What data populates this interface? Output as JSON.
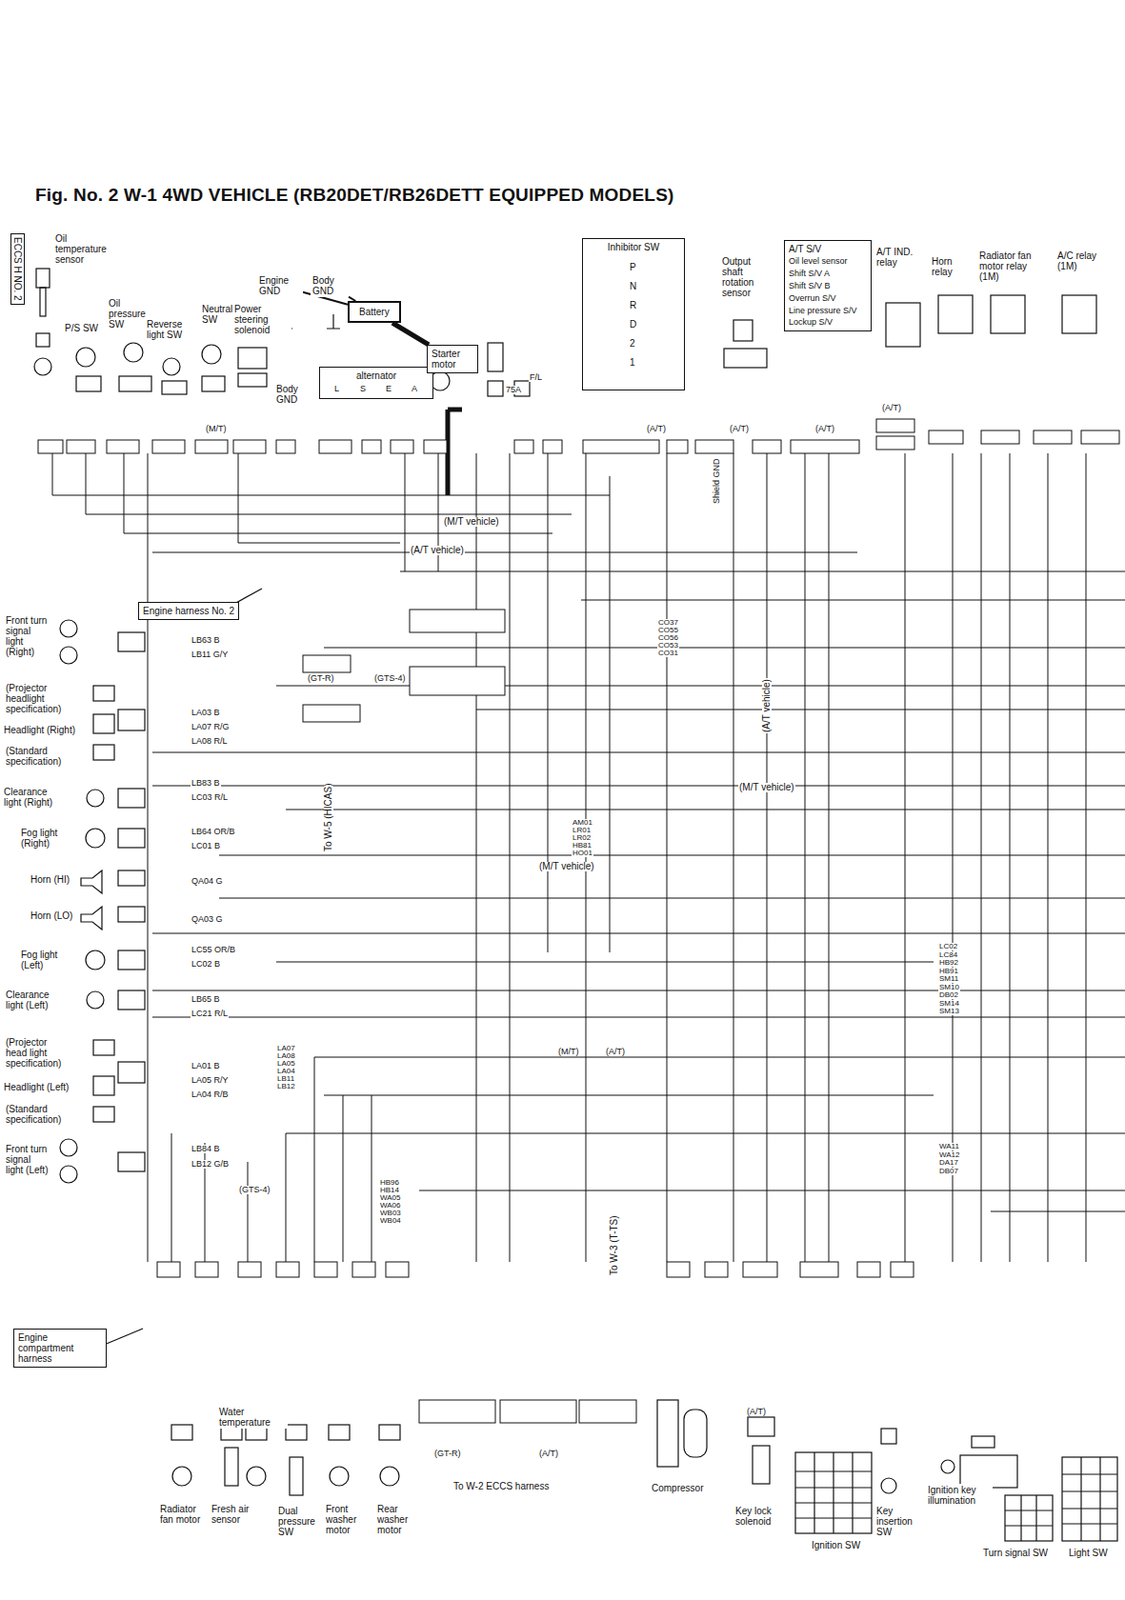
{
  "diagram": {
    "title": "Fig. No. 2 W-1 4WD VEHICLE (RB20DET/RB26DETT EQUIPPED MODELS)",
    "nodes": [
      {
        "text": [
          "Oil temperature sensor"
        ]
      },
      {
        "text": [
          "ECCS H NO. 2"
        ]
      },
      {
        "text": [
          "P/S SW"
        ]
      },
      {
        "text": [
          "Oil pressure SW"
        ]
      },
      {
        "text": [
          "Reverse light SW"
        ]
      },
      {
        "text": [
          "Neutral SW"
        ]
      },
      {
        "text": [
          "Power steering solenoid"
        ]
      },
      {
        "text": [
          "Engine GND"
        ]
      },
      {
        "text": [
          "Body GND"
        ]
      },
      {
        "text": [
          "Battery"
        ]
      },
      {
        "text": [
          "alternator"
        ]
      },
      {
        "text": [
          "Body GND"
        ]
      },
      {
        "text": [
          "Starter motor"
        ]
      },
      {
        "text": [
          "Inhibitor SW"
        ]
      },
      {
        "text": [
          "Output shaft rotation sensor"
        ]
      },
      {
        "text": [
          "A/T S/V",
          "Oil level sensor",
          "Shift S/V A",
          "Shift S/V B",
          "Overrun S/V",
          "Line pressure S/V",
          "Lockup S/V"
        ]
      },
      {
        "text": [
          "A/T IND. relay"
        ]
      },
      {
        "text": [
          "Horn relay"
        ]
      },
      {
        "text": [
          "Radiator fan motor relay (1M)"
        ]
      },
      {
        "text": [
          "A/C relay (1M)"
        ]
      },
      {
        "text": [
          "Engine harness No. 2"
        ]
      },
      {
        "text": [
          "Front turn signal light (Right)"
        ]
      },
      {
        "text": [
          "(Projector headlight specification)"
        ]
      },
      {
        "text": [
          "Headlight (Right)"
        ]
      },
      {
        "text": [
          "(Standard specification)"
        ]
      },
      {
        "text": [
          "Clearance light (Right)"
        ]
      },
      {
        "text": [
          "Fog light (Right)"
        ]
      },
      {
        "text": [
          "Horn (HI)"
        ]
      },
      {
        "text": [
          "Horn (LO)"
        ]
      },
      {
        "text": [
          "Fog light (Left)"
        ]
      },
      {
        "text": [
          "Clearance light (Left)"
        ]
      },
      {
        "text": [
          "(Projector head light specification)"
        ]
      },
      {
        "text": [
          "Headlight (Left)"
        ]
      },
      {
        "text": [
          "(Standard specification)"
        ]
      },
      {
        "text": [
          "Front turn signal light (Left)"
        ]
      },
      {
        "text": [
          "Engine compartment harness"
        ]
      },
      {
        "text": [
          "Radiator fan motor"
        ]
      },
      {
        "text": [
          "Fresh air sensor"
        ]
      },
      {
        "text": [
          "Water temperature"
        ]
      },
      {
        "text": [
          "Dual pressure SW"
        ]
      },
      {
        "text": [
          "Front washer motor"
        ]
      },
      {
        "text": [
          "Rear washer motor"
        ]
      },
      {
        "text": [
          "Compressor"
        ]
      },
      {
        "text": [
          "Key lock solenoid"
        ]
      },
      {
        "text": [
          "Ignition SW"
        ]
      },
      {
        "text": [
          "Key insertion SW"
        ]
      },
      {
        "text": [
          "Ignition key illumination"
        ]
      },
      {
        "text": [
          "Turn signal SW"
        ]
      },
      {
        "text": [
          "Light SW"
        ]
      }
    ],
    "edges": [
      {
        "from": 9,
        "to": 12,
        "arrow": "none"
      },
      {
        "from": 9,
        "to": 7,
        "arrow": "none"
      },
      {
        "from": 9,
        "to": 8,
        "arrow": "none"
      }
    ],
    "labels": [
      "(M/T vehicle)",
      "(A/T vehicle)",
      "(GT-R)",
      "(GTS-4)",
      "To W-5 (HICAS)",
      "(A/T vehicle)",
      "(M/T vehicle)",
      "(M/T vehicle)",
      "(M/T)",
      "(A/T)",
      "(GTS-4)",
      "(GT-R)",
      "(A/T)",
      "To W-2 ECCS harness",
      "To W-3 (T-TS)",
      "(A/T)",
      "Shield GND",
      "75A",
      "F/L",
      "(A/T)",
      "(A/T)",
      "(A/T)",
      "(M/T)",
      "(A/T)",
      "LB63 B",
      "LB11 G/Y",
      "LA03 B",
      "LA07 R/G",
      "LA08 R/L",
      "LB83 B",
      "LC03 R/L",
      "LB64 OR/B",
      "LC01 B",
      "QA04 G",
      "QA03 G",
      "LC55 OR/B",
      "LC02 B",
      "LB65 B",
      "LC21 R/L",
      "LA01 B",
      "LA05 R/Y",
      "LA04 R/B",
      "LB84 B",
      "LB12 G/B",
      "LC02",
      "LC84",
      "HB92",
      "HB91",
      "SM11",
      "SM10",
      "DB02",
      "SM14",
      "SM13",
      "WA11",
      "WA12",
      "DA17",
      "DB07",
      "HB96",
      "HB14",
      "WA05",
      "WA06",
      "WB03",
      "WB04",
      "AM01",
      "LR01",
      "LR02",
      "HB81",
      "HO01",
      "CO37",
      "CO55",
      "CO56",
      "CO53",
      "CO31",
      "LA07",
      "LA08",
      "LA05",
      "LA04",
      "LB11",
      "LB12",
      "L",
      "S",
      "E",
      "A",
      "P",
      "N",
      "R",
      "D",
      "2",
      "1"
    ]
  }
}
